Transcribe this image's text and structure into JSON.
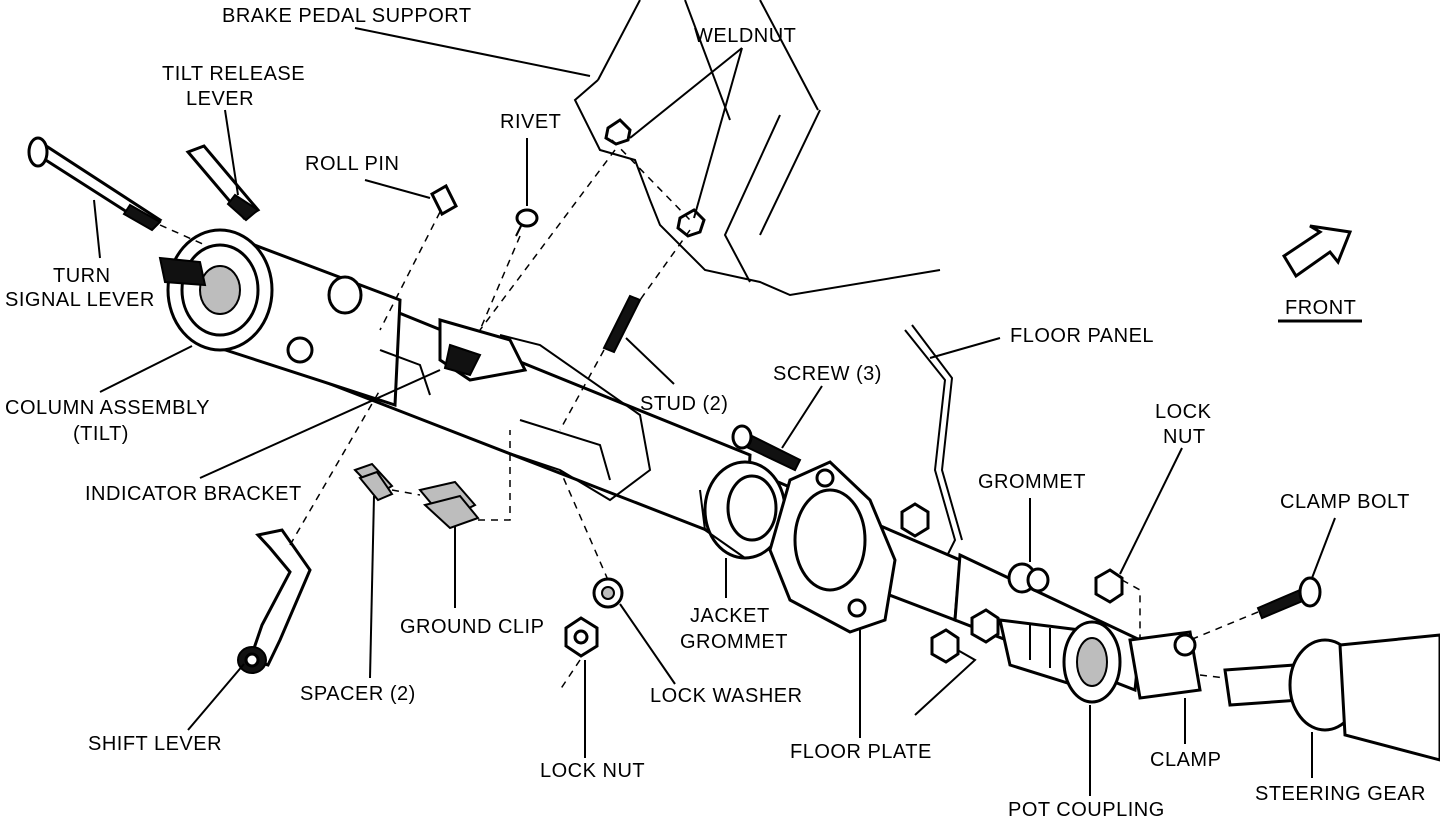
{
  "labels": {
    "brake_pedal_support": "BRAKE PEDAL SUPPORT",
    "weldnut": "WELDNUT",
    "tilt_release_lever_1": "TILT RELEASE",
    "tilt_release_lever_2": "LEVER",
    "rivet": "RIVET",
    "roll_pin": "ROLL PIN",
    "turn_signal_lever_1": "TURN",
    "turn_signal_lever_2": "SIGNAL LEVER",
    "column_assembly_1": "COLUMN ASSEMBLY",
    "column_assembly_2": "(TILT)",
    "indicator_bracket": "INDICATOR BRACKET",
    "stud": "STUD (2)",
    "screw": "SCREW (3)",
    "floor_panel": "FLOOR PANEL",
    "front": "FRONT",
    "lock_nut_right_1": "LOCK",
    "lock_nut_right_2": "NUT",
    "grommet": "GROMMET",
    "clamp_bolt": "CLAMP BOLT",
    "ground_clip": "GROUND CLIP",
    "jacket_grommet_1": "JACKET",
    "jacket_grommet_2": "GROMMET",
    "spacer": "SPACER (2)",
    "lock_washer": "LOCK WASHER",
    "shift_lever": "SHIFT LEVER",
    "lock_nut_bottom": "LOCK NUT",
    "floor_plate": "FLOOR PLATE",
    "clamp": "CLAMP",
    "steering_gear": "STEERING GEAR",
    "pot_coupling": "POT COUPLING"
  }
}
